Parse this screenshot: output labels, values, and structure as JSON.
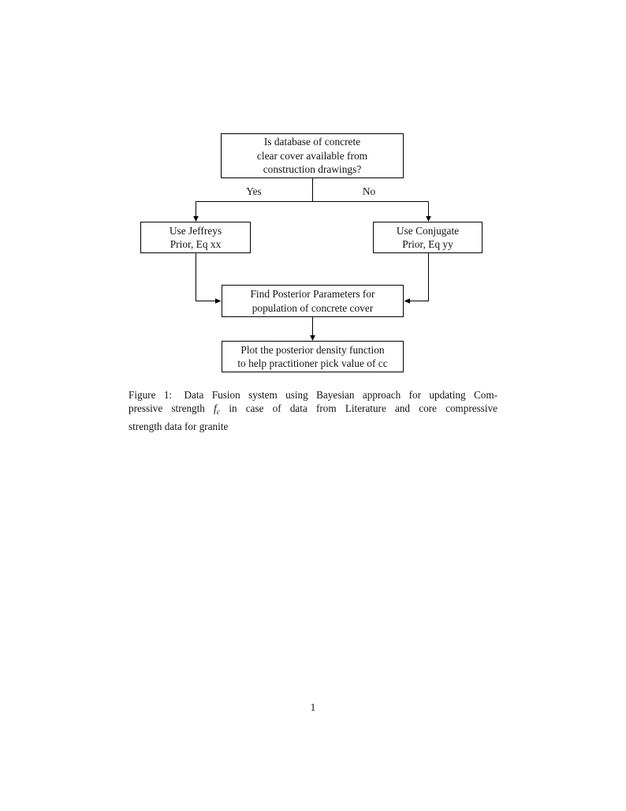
{
  "flowchart": {
    "line_color": "#000000",
    "nodes": {
      "question": {
        "lines": [
          "Is database of concrete",
          "clear cover available from",
          "construction drawings?"
        ]
      },
      "jeffreys": {
        "lines": [
          "Use Jeffreys",
          "Prior, Eq xx"
        ]
      },
      "conjugate": {
        "lines": [
          "Use Conjugate",
          "Prior, Eq yy"
        ]
      },
      "posterior": {
        "lines": [
          "Find Posterior Parameters for",
          "population of concrete cover"
        ]
      },
      "plot": {
        "lines": [
          "Plot the posterior density function",
          "to help practitioner pick value of cc"
        ]
      }
    },
    "edge_labels": {
      "yes": "Yes",
      "no": "No"
    }
  },
  "caption": {
    "lines": [
      {
        "label": "Figure 1:",
        "pre": "Data Fusion system using Bayesian approach for updating Com-"
      },
      {
        "pre": "pressive strength",
        "math_base": "f",
        "math_sub": "c",
        "post": "in case of data from Literature and core compressive"
      },
      {
        "pre": "strength data for granite"
      }
    ]
  },
  "page": {
    "number": "1"
  }
}
